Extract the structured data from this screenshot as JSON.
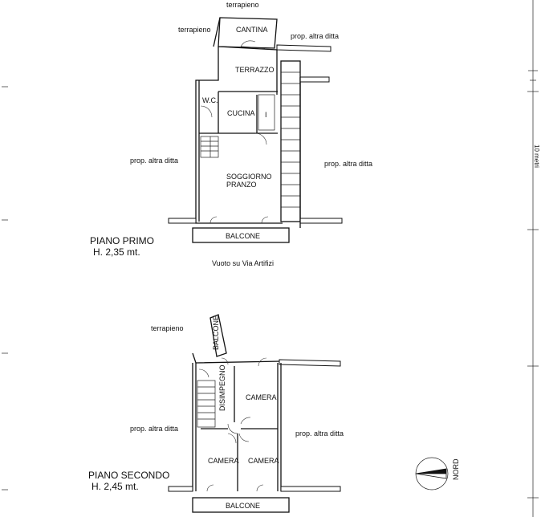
{
  "first_floor": {
    "rooms": {
      "cantina": "CANTINA",
      "terrazzo": "TERRAZZO",
      "wc": "W.C.",
      "cucina": "CUCINA",
      "closet": "I",
      "soggiorno": "SOGGIORNO",
      "pranzo": "PRANZO",
      "balcone": "BALCONE"
    },
    "neighbors": {
      "top": "terrapieno",
      "top_left": "terrapieno",
      "top_right": "prop. altra ditta",
      "left": "prop. altra ditta",
      "right": "prop. altra ditta"
    },
    "title": "PIANO PRIMO",
    "height": "H. 2,35 mt.",
    "void_note": "Vuoto su Via Artifizi"
  },
  "second_floor": {
    "rooms": {
      "balcone_top": "BALCONE",
      "disimpegno": "DISIMPEGNO",
      "camera_1": "CAMERA",
      "camera_2": "CAMERA",
      "camera_3": "CAMERA",
      "balcone": "BALCONE"
    },
    "neighbors": {
      "top_left": "terrapieno",
      "left": "prop. altra ditta",
      "right": "prop. altra ditta"
    },
    "title": "PIANO SECONDO",
    "height": "H. 2,45 mt."
  },
  "compass": {
    "label": "NORD"
  },
  "scale_bar": {
    "label": "10 metri"
  }
}
